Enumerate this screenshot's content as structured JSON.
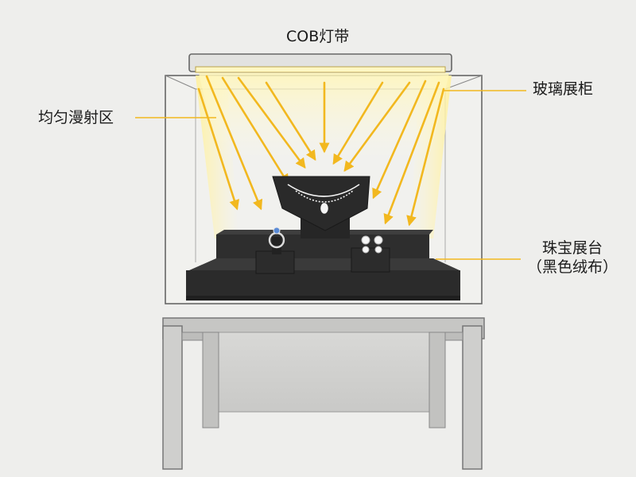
{
  "labels": {
    "cob_strip": "COB灯带",
    "diffuse_zone": "均匀漫射区",
    "glass_case": "玻璃展柜",
    "platform_line1": "珠宝展台",
    "platform_line2": "（黑色绒布）"
  },
  "colors": {
    "background": "#eeeeec",
    "light_arrow": "#f2b81f",
    "light_glow": "#fff3a6",
    "leader_line": "#f2b81f",
    "velvet": "#2f2f2f",
    "frame": "#6b6b6b"
  },
  "icons": {
    "necklace": "necklace-icon",
    "ring": "ring-icon",
    "earrings": "earrings-icon"
  }
}
